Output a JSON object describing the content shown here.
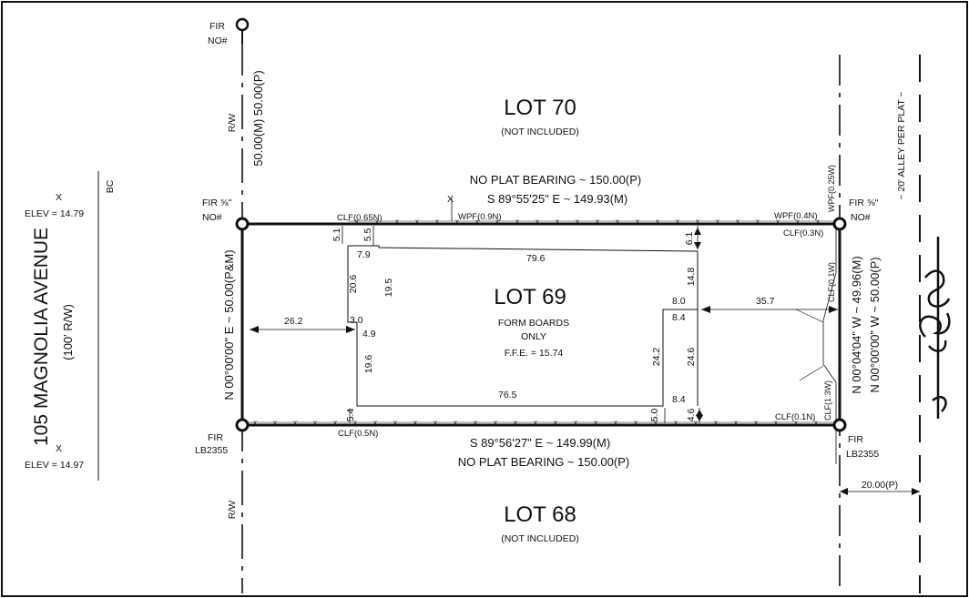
{
  "lots": {
    "lot70": {
      "title": "LOT 70",
      "subtitle": "(NOT INCLUDED)"
    },
    "lot69": {
      "title": "LOT 69",
      "line1": "FORM BOARDS",
      "line2": "ONLY",
      "ffe": "F.F.E. = 15.74"
    },
    "lot68": {
      "title": "LOT 68",
      "subtitle": "(NOT INCLUDED)"
    }
  },
  "street": {
    "name": "105 MAGNOLIA AVENUE",
    "rw": "(100' R/W)",
    "bc": "BC",
    "elev_top": "ELEV = 14.79",
    "elev_bottom": "ELEV = 14.97",
    "x_mark": "X"
  },
  "rw": {
    "top_label": "R/W",
    "bottom_label": "R/W",
    "width": "50.00(M) 50.00(P)"
  },
  "alley": {
    "label": "~ 20' ALLEY PER PLAT ~",
    "width": "20.00(P)"
  },
  "bearings": {
    "north_plat": "NO PLAT BEARING ~ 150.00(P)",
    "north_meas": "S 89°55'25\" E ~ 149.93(M)",
    "south_meas": "S 89°56'27\" E ~ 149.99(M)",
    "south_plat": "NO PLAT BEARING ~ 150.00(P)",
    "west": "N 00°00'00\" E ~ 50.00(P&M)",
    "east_meas": "N 00°04'04\" W ~ 49.96(M)",
    "east_plat": "N 00°00'00\" W ~ 50.00(P)"
  },
  "monuments": {
    "top_fir": "FIR",
    "top_no": "NO#",
    "nw_fir": "FIR ⅝\"",
    "nw_no": "NO#",
    "ne_fir": "FIR ⅝\"",
    "ne_no": "NO#",
    "sw_fir": "FIR",
    "sw_lb": "LB2355",
    "se_fir": "FIR",
    "se_lb": "LB2355"
  },
  "fence_notes": {
    "clf_nw": "CLF(0.65N)",
    "wpf_n": "WPF(0.9N)",
    "wpf_ne": "WPF(0.4N)",
    "wpf_ne_v": "WPF(0.25W)",
    "clf_ne": "CLF(0.3N)",
    "clf_e_upper": "CLF(0.1W)",
    "clf_e_lower": "CLF(1.3W)",
    "clf_se": "CLF(0.1N)",
    "clf_sw": "CLF(0.5N)"
  },
  "dims": {
    "d5_1": "5.1",
    "d5_5": "5.5",
    "d7_9": "7.9",
    "d79_6": "79.6",
    "d6_1": "6.1",
    "d20_6": "20.6",
    "d19_5": "19.5",
    "d14_8": "14.8",
    "d8_0": "8.0",
    "d35_7": "35.7",
    "d8_4a": "8.4",
    "d26_2": "26.2",
    "d3_0": "3.0",
    "d4_9": "4.9",
    "d19_6": "19.6",
    "d24_2": "24.2",
    "d24_6": "24.6",
    "d76_5": "76.5",
    "d8_4b": "8.4",
    "d5_4": "5.4",
    "d5_0": "5.0",
    "d4_6": "4.6"
  }
}
